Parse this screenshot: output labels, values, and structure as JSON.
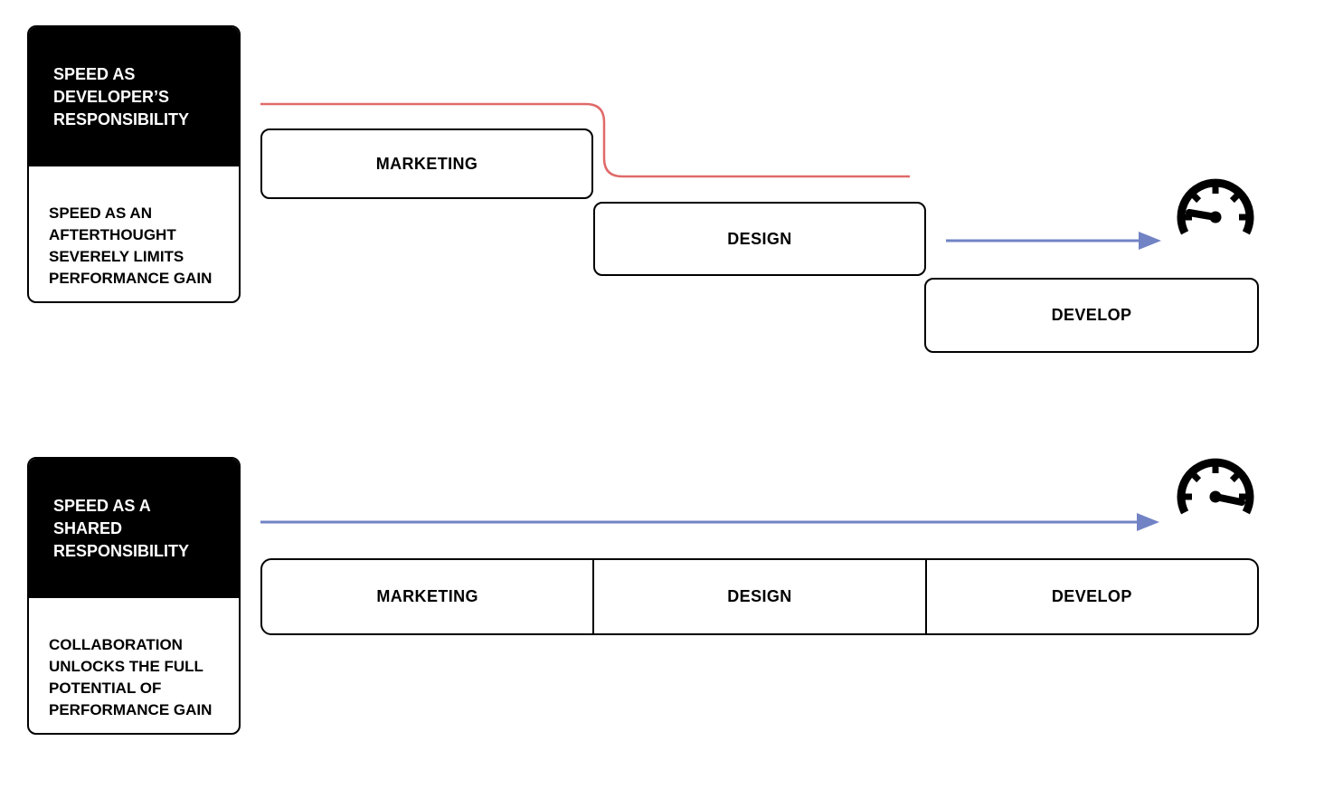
{
  "sections": [
    {
      "name": "waterfall",
      "card": {
        "title_lines": [
          "SPEED AS",
          "DEVELOPER’S",
          "RESPONSIBILITY"
        ],
        "description_lines": [
          "SPEED AS AN",
          "AFTERTHOUGHT",
          "SEVERELY LIMITS",
          "PERFORMANCE GAIN"
        ]
      },
      "stages": [
        "MARKETING",
        "DESIGN",
        "DEVELOP"
      ],
      "speedometer": "low"
    },
    {
      "name": "shared",
      "card": {
        "title_lines": [
          "SPEED AS A",
          "SHARED",
          "RESPONSIBILITY"
        ],
        "description_lines": [
          "COLLABORATION",
          "UNLOCKS THE FULL",
          "POTENTIAL OF",
          "PERFORMANCE GAIN"
        ]
      },
      "stages": [
        "MARKETING",
        "DESIGN",
        "DEVELOP"
      ],
      "speedometer": "high"
    }
  ],
  "icons": {
    "top_gauge": "speedometer-low",
    "bottom_gauge": "speedometer-high"
  },
  "colors": {
    "red_line": "#E06A6A",
    "blue_arrow": "#7183C4",
    "black": "#000000",
    "white": "#FFFFFF"
  }
}
